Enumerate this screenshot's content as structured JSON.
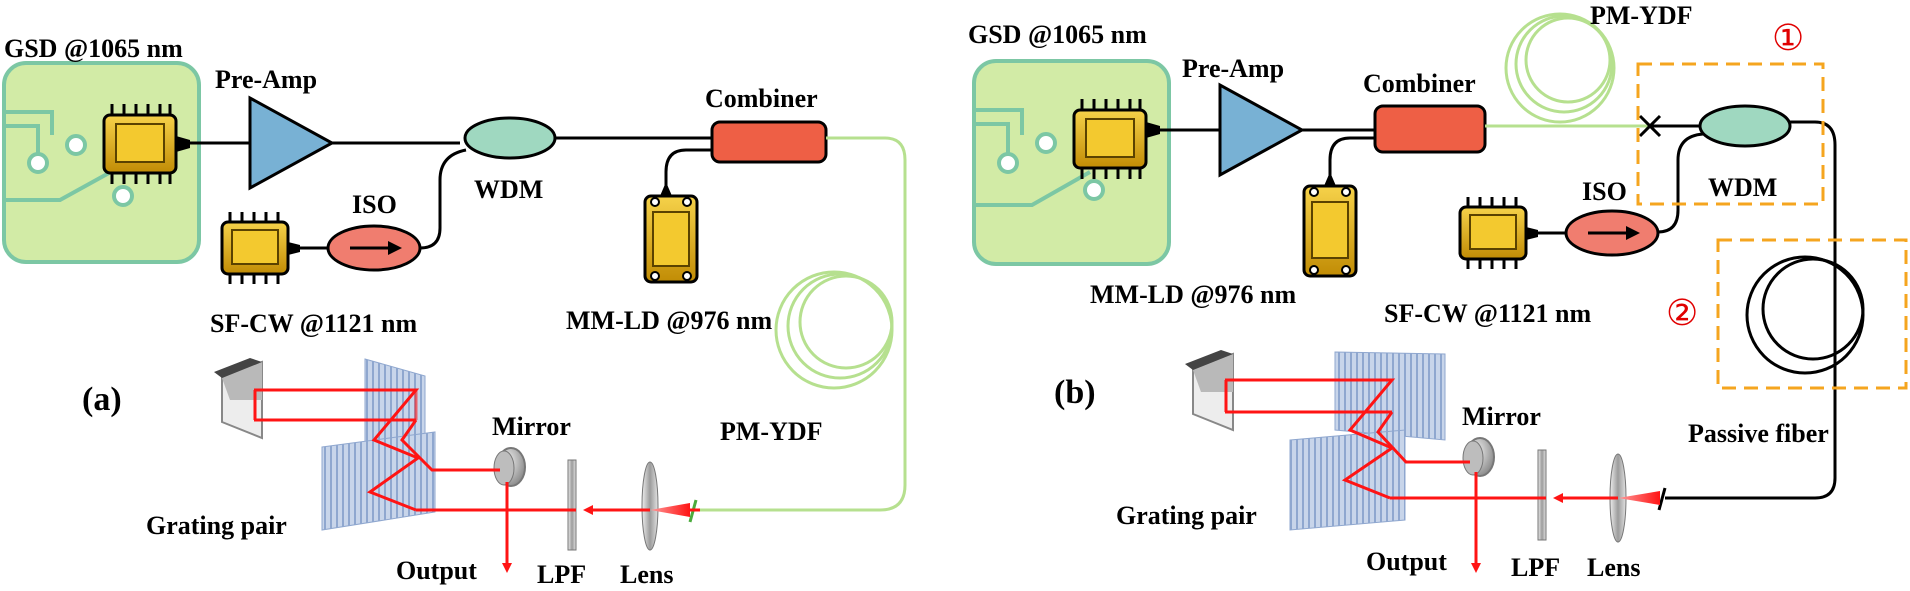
{
  "panel_a": {
    "panel_label": "(a)",
    "seed_label": "GSD @1065 nm",
    "preamp_label": "Pre-Amp",
    "iso_label": "ISO",
    "wdm_label": "WDM",
    "combiner_label": "Combiner",
    "cw_label": "SF-CW @1121 nm",
    "pump_label": "MM-LD @976 nm",
    "fiber_label": "PM-YDF",
    "mirror_label": "Mirror",
    "grating_label": "Grating pair",
    "output_label": "Output",
    "lpf_label": "LPF",
    "lens_label": "Lens"
  },
  "panel_b": {
    "panel_label": "(b)",
    "seed_label": "GSD @1065 nm",
    "preamp_label": "Pre-Amp",
    "combiner_label": "Combiner",
    "fiber_label": "PM-YDF",
    "marker_1": "①",
    "marker_2": "②",
    "wdm_label": "WDM",
    "iso_label": "ISO",
    "pump_label": "MM-LD @976 nm",
    "cw_label": "SF-CW @1121 nm",
    "passive_label": "Passive fiber",
    "mirror_label": "Mirror",
    "grating_label": "Grating pair",
    "output_label": "Output",
    "lpf_label": "LPF",
    "lens_label": "Lens"
  },
  "colors": {
    "seed_board": "#d2eba6",
    "board_edge": "#7cc7a4",
    "chip": "#e5b315",
    "preamp": "#78b1d4",
    "wdm": "#9fd8c0",
    "combiner": "#ee5f45",
    "isolator": "#f07d6f",
    "fiber_green": "#b6e08f",
    "beam": "#ff1414",
    "highlight_box": "#f5a51f",
    "grating": "#9eb7d8"
  }
}
